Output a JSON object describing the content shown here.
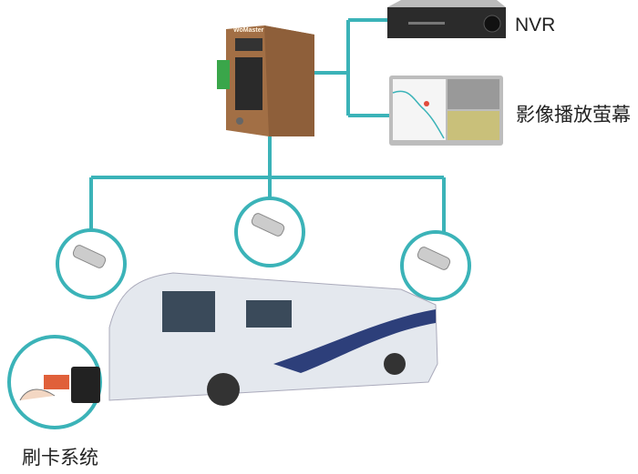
{
  "labels": {
    "nvr": "NVR",
    "screen": "影像播放萤幕",
    "card": "刷卡系统"
  },
  "logo_text": "WoMaster",
  "colors": {
    "line": "#3bb3b8",
    "switch": "#9a6a42",
    "bus": "#dfe4ea",
    "stripe": "#2d3f7a"
  }
}
